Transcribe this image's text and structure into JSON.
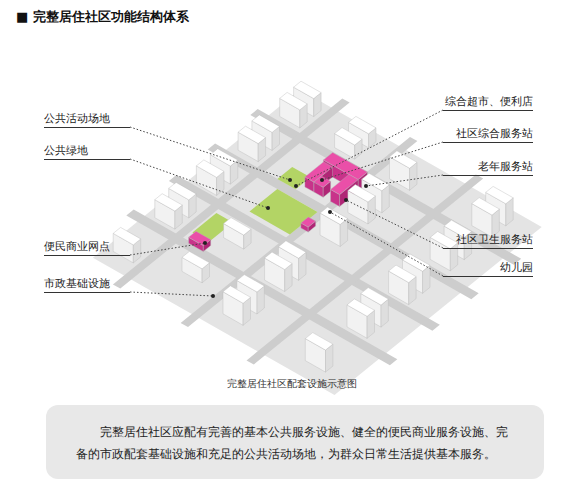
{
  "diagram": {
    "title": "■ 完整居住社区功能结构体系",
    "caption": "完整居住社区配套设施示意图",
    "nodes": [
      {
        "text": [
          "完整居住社区应配有完善的基本公共服务设施、健全的便民商业服务设施、完备的市政配套基础设施和充足的公共活动场地，为群众日常生活提供基本服务。"
        ]
      }
    ],
    "labels": [
      "公共活动场地",
      "公共绿地",
      "便民商业网点",
      "市政基础设施",
      "综合超市、便利店",
      "社区综合服务站",
      "老年服务站",
      "社区卫生服务站",
      "幼儿园"
    ]
  }
}
